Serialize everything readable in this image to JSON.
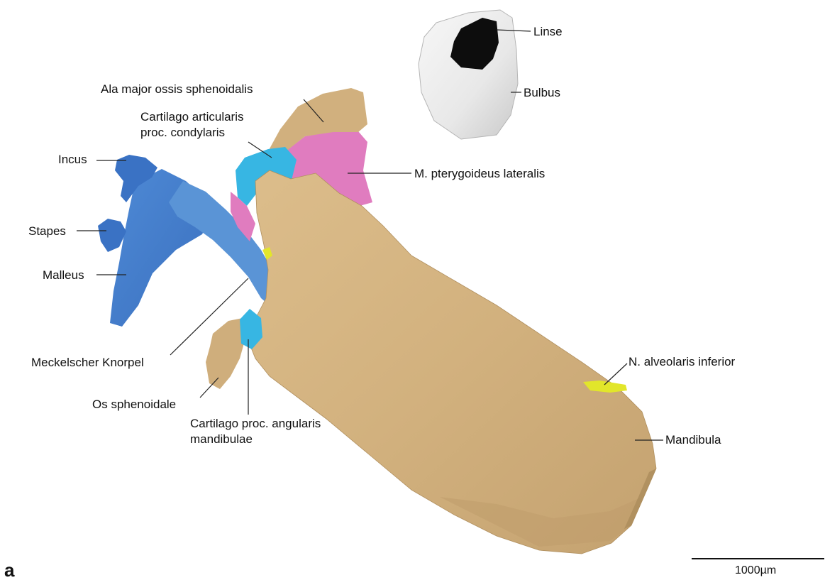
{
  "panel_letter": "a",
  "scale_bar": {
    "label": "1000µm"
  },
  "structures": {
    "linse": {
      "label": "Linse",
      "color": "#0d0d0d"
    },
    "bulbus": {
      "label": "Bulbus",
      "color": "#ececec"
    },
    "ala_major": {
      "label": "Ala major ossis sphenoidalis",
      "color": "#d1b07e"
    },
    "cartilago_articularis": {
      "label": "Cartilago articularis\nproc. condylaris",
      "color": "#37b6e3"
    },
    "pterygoideus": {
      "label": "M. pterygoideus lateralis",
      "color": "#e07cbf"
    },
    "incus": {
      "label": "Incus",
      "color": "#3a72c4"
    },
    "stapes": {
      "label": "Stapes",
      "color": "#3a72c4"
    },
    "malleus": {
      "label": "Malleus",
      "color": "#4a86cf"
    },
    "meckel": {
      "label": "Meckelscher Knorpel",
      "color": "#5a94d6"
    },
    "os_sphenoidale": {
      "label": "Os sphenoidale",
      "color": "#cfae7c"
    },
    "cartilago_angularis": {
      "label": "Cartilago proc. angularis\nmandibulae",
      "color": "#37b6e3"
    },
    "n_alveolaris": {
      "label": "N. alveolaris inferior",
      "color": "#e2e62a"
    },
    "mandibula": {
      "label": "Mandibula",
      "color": "#d3b381"
    }
  }
}
